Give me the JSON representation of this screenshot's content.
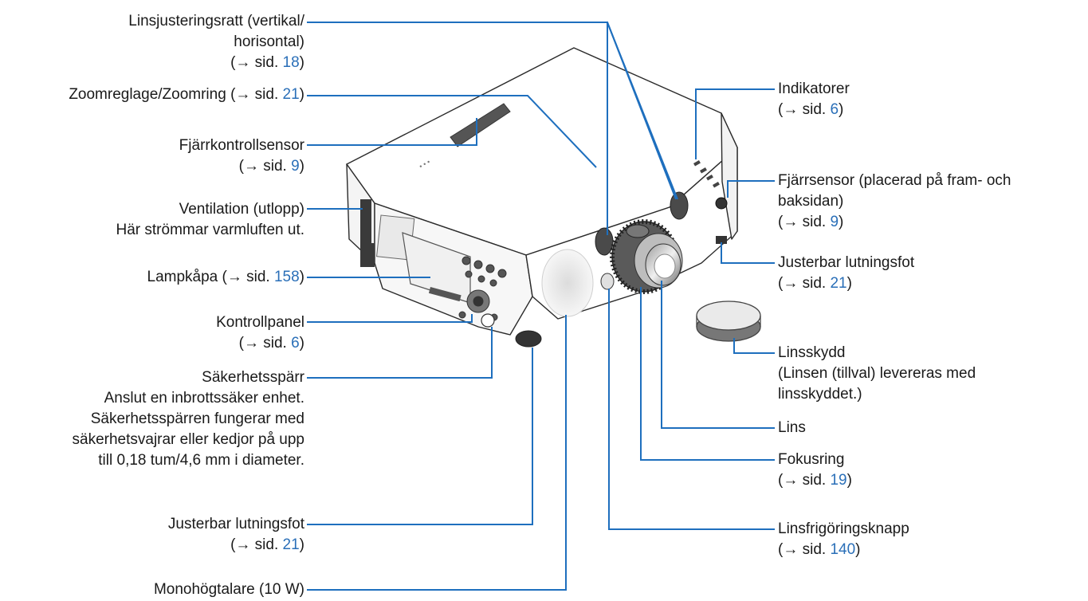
{
  "labels": {
    "lens_shift": {
      "line1": "Linsjusteringsratt (vertikal/",
      "line2": "horisontal)",
      "ref_prefix": "(→ sid. ",
      "ref_page": "18",
      "ref_suffix": ")"
    },
    "zoom": {
      "text": "Zoomreglage/Zoomring (→ sid. ",
      "ref_page": "21",
      "ref_suffix": ")"
    },
    "remote_sensor_top": {
      "line1": "Fjärrkontrollsensor",
      "ref_prefix": "(→ sid. ",
      "ref_page": "9",
      "ref_suffix": ")"
    },
    "ventilation": {
      "line1": "Ventilation (utlopp)",
      "line2": "Här strömmar varmluften ut."
    },
    "lamp_cover": {
      "text": "Lampkåpa (→ sid. ",
      "ref_page": "158",
      "ref_suffix": ")"
    },
    "control_panel": {
      "line1": "Kontrollpanel",
      "ref_prefix": "(→ sid. ",
      "ref_page": "6",
      "ref_suffix": ")"
    },
    "security_slot": {
      "line1": "Säkerhetsspärr",
      "line2": "Anslut en inbrottssäker enhet.",
      "line3": "Säkerhetsspärren fungerar med",
      "line4": "säkerhetsvajrar eller kedjor på upp",
      "line5": "till 0,18 tum/4,6 mm i diameter."
    },
    "tilt_foot_left": {
      "line1": "Justerbar lutningsfot",
      "ref_prefix": "(→ sid. ",
      "ref_page": "21",
      "ref_suffix": ")"
    },
    "speaker": {
      "line1": "Monohögtalare (10 W)"
    },
    "indicators": {
      "line1": "Indikatorer",
      "ref_prefix": "(→ sid. ",
      "ref_page": "6",
      "ref_suffix": ")"
    },
    "remote_sensor_front": {
      "line1": "Fjärrsensor (placerad på fram- och",
      "line2": "baksidan)",
      "ref_prefix": "(→ sid. ",
      "ref_page": "9",
      "ref_suffix": ")"
    },
    "tilt_foot_right": {
      "line1": "Justerbar lutningsfot",
      "ref_prefix": "(→ sid. ",
      "ref_page": "21",
      "ref_suffix": ")"
    },
    "lens_cap": {
      "line1": "Linsskydd",
      "line2": "(Linsen (tillval) levereras med",
      "line3": "linsskyddet.)"
    },
    "lens": {
      "line1": "Lins"
    },
    "focus_ring": {
      "line1": "Fokusring",
      "ref_prefix": "(→ sid. ",
      "ref_page": "19",
      "ref_suffix": ")"
    },
    "lens_release": {
      "line1": "Linsfrigöringsknapp",
      "ref_prefix": "(→ sid. ",
      "ref_page": "140",
      "ref_suffix": ")"
    }
  },
  "colors": {
    "text": "#1a1a1a",
    "reference": "#2a6fb8",
    "leader": "#1e6fbe"
  },
  "illustration": "projector"
}
